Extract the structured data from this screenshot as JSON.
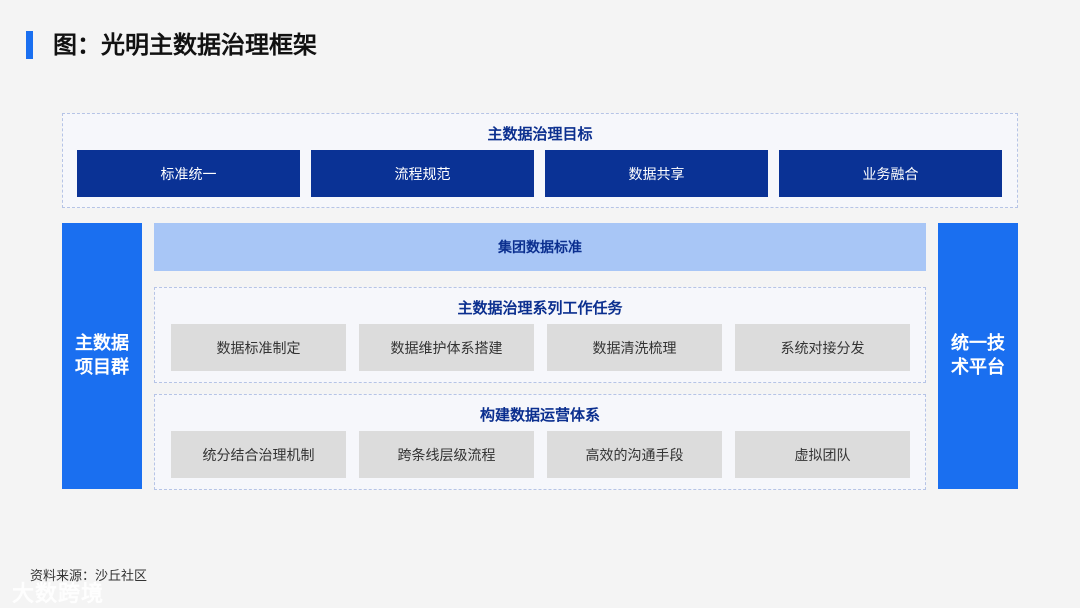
{
  "page": {
    "title": "图：光明主数据治理框架"
  },
  "goals": {
    "title": "主数据治理目标",
    "items": [
      "标准统一",
      "流程规范",
      "数据共享",
      "业务融合"
    ]
  },
  "left_block": {
    "line1": "主数据",
    "line2": "项目群"
  },
  "right_block": {
    "line1": "统一技",
    "line2": "术平台"
  },
  "standard_bar": {
    "label": "集团数据标准"
  },
  "tasks": {
    "title": "主数据治理系列工作任务",
    "items": [
      "数据标准制定",
      "数据维护体系搭建",
      "数据清洗梳理",
      "系统对接分发"
    ]
  },
  "operations": {
    "title": "构建数据运营体系",
    "items": [
      "统分结合治理机制",
      "跨条线层级流程",
      "高效的沟通手段",
      "虚拟团队"
    ]
  },
  "source": "资料来源：沙丘社区",
  "watermark": "大数跨境"
}
